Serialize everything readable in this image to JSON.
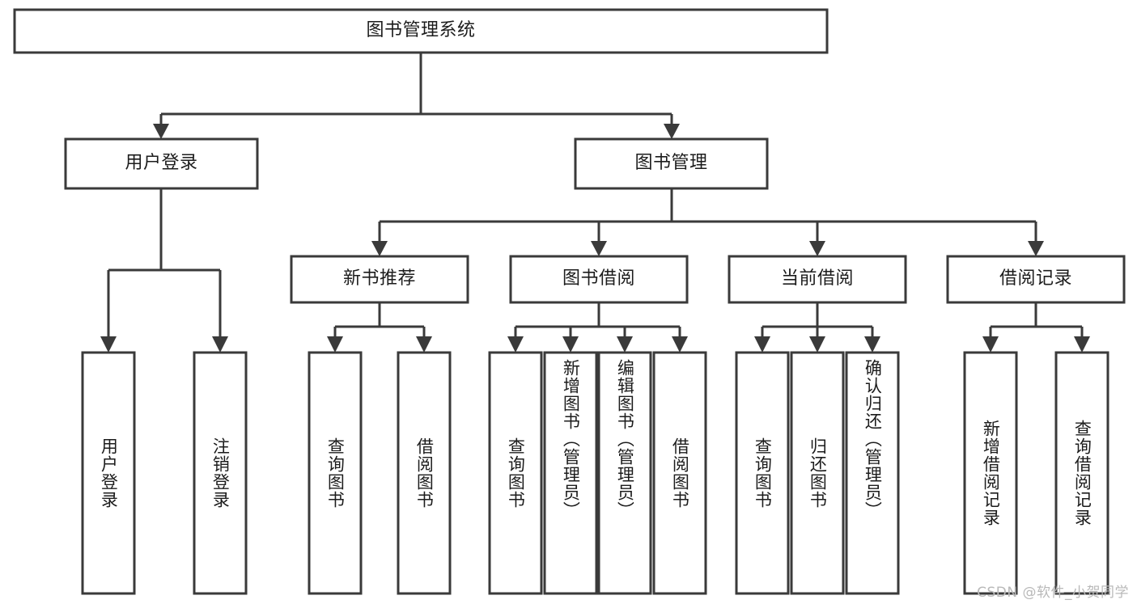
{
  "diagram": {
    "type": "tree",
    "title": "图书管理系统",
    "root": {
      "label": "图书管理系统",
      "level": 0
    },
    "level2": [
      {
        "label": "用户登录"
      },
      {
        "label": "图书管理"
      }
    ],
    "level3": [
      {
        "label": "新书推荐"
      },
      {
        "label": "图书借阅"
      },
      {
        "label": "当前借阅"
      },
      {
        "label": "借阅记录"
      }
    ],
    "leaves": {
      "user_login": [
        {
          "label": "用户登录"
        },
        {
          "label": "注销登录"
        }
      ],
      "new_book_recommend": [
        {
          "label": "查询图书"
        },
        {
          "label": "借阅图书"
        }
      ],
      "book_borrow": [
        {
          "label": "查询图书"
        },
        {
          "label": "新增图书（管理员）"
        },
        {
          "label": "编辑图书（管理员）"
        },
        {
          "label": "借阅图书"
        }
      ],
      "current_borrow": [
        {
          "label": "查询图书"
        },
        {
          "label": "归还图书"
        },
        {
          "label": "确认归还（管理员）"
        }
      ],
      "borrow_record": [
        {
          "label": "新增借阅记录"
        },
        {
          "label": "查询借阅记录"
        }
      ]
    }
  },
  "watermark": {
    "text": "CSDN @软件_小贺同学"
  },
  "colors": {
    "box_stroke": "#3a3a3a",
    "box_fill": "#ffffff",
    "text": "#1c1c1c",
    "watermark": "#b9b9b9",
    "background": "#ffffff"
  }
}
